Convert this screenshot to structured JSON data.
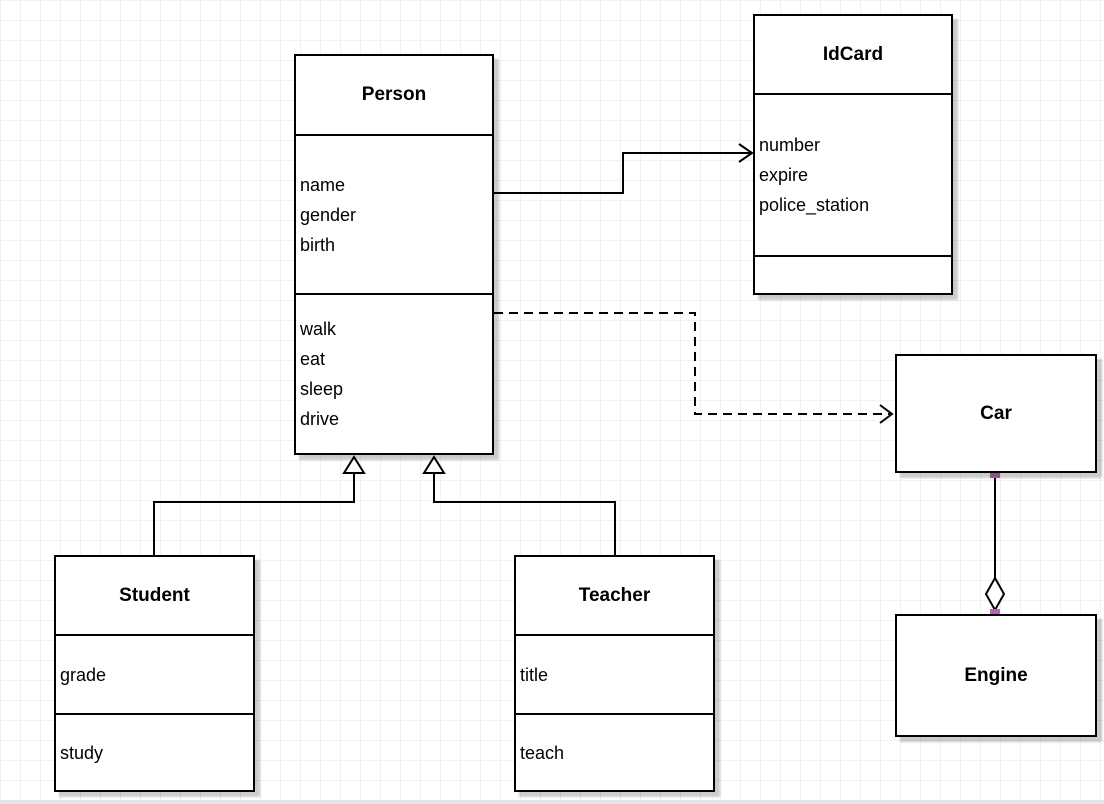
{
  "diagram": {
    "classes": {
      "person": {
        "title": "Person",
        "attributes": [
          "name",
          "gender",
          "birth"
        ],
        "methods": [
          "walk",
          "eat",
          "sleep",
          "drive"
        ]
      },
      "idcard": {
        "title": "IdCard",
        "attributes": [
          "number",
          "expire",
          "police_station"
        ],
        "methods": []
      },
      "car": {
        "title": "Car"
      },
      "engine": {
        "title": "Engine"
      },
      "student": {
        "title": "Student",
        "attributes": [
          "grade"
        ],
        "methods": [
          "study"
        ]
      },
      "teacher": {
        "title": "Teacher",
        "attributes": [
          "title"
        ],
        "methods": [
          "teach"
        ]
      }
    },
    "relations": [
      {
        "type": "association-solid-open-arrow",
        "from": "Person",
        "to": "IdCard"
      },
      {
        "type": "dependency-dashed-open-arrow",
        "from": "Person",
        "to": "Car"
      },
      {
        "type": "generalization-hollow-triangle",
        "from": "Student",
        "to": "Person"
      },
      {
        "type": "generalization-hollow-triangle",
        "from": "Teacher",
        "to": "Person"
      },
      {
        "type": "aggregation-hollow-diamond",
        "from": "Car",
        "to": "Engine"
      }
    ]
  },
  "colors": {
    "line": "#000000",
    "node_fill": "#ffffff",
    "endpoint_handle": "#b964ba",
    "grid_line": "#f1f1f4"
  }
}
